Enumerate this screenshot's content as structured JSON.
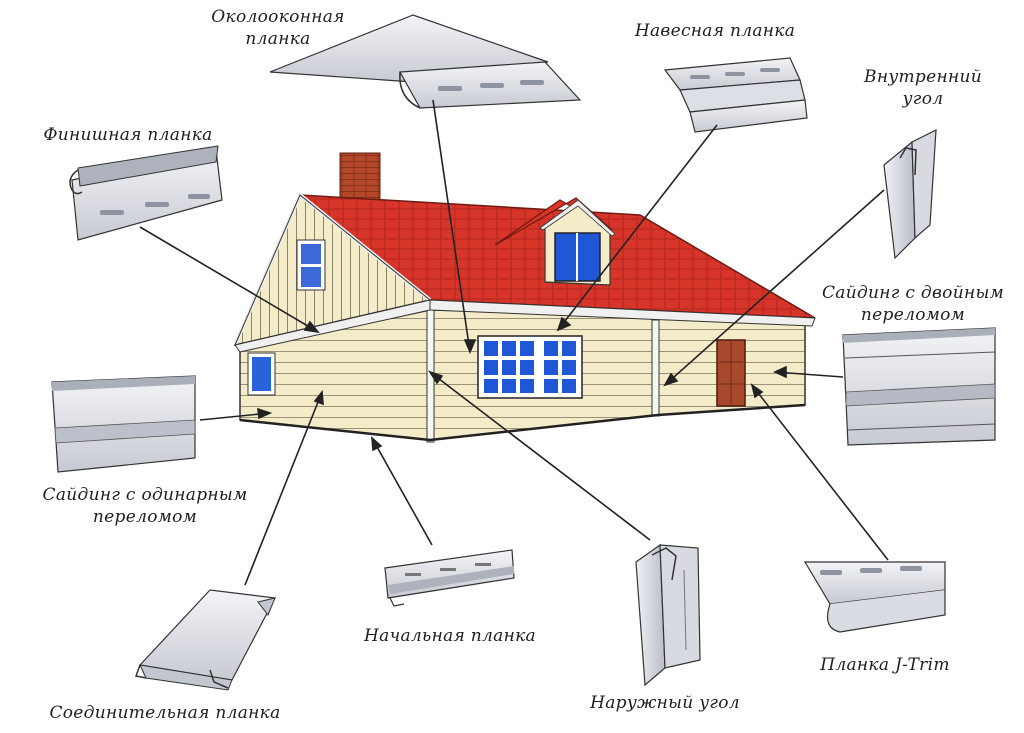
{
  "labels": {
    "window_trim": [
      "Околооконная",
      "планка"
    ],
    "hanging_strip": [
      "Навесная планка"
    ],
    "inner_corner": [
      "Внутренний",
      "угол"
    ],
    "finish_strip": [
      "Финишная планка"
    ],
    "double_siding": [
      "Сайдинг с двойным",
      "переломом"
    ],
    "single_siding": [
      "Сайдинг с одинарным",
      "переломом"
    ],
    "start_strip": [
      "Начальная планка"
    ],
    "outer_corner": [
      "Наружный угол"
    ],
    "j_trim": [
      "Планка J-Trim"
    ],
    "connector_strip": [
      "Соединительная планка"
    ]
  },
  "colors": {
    "roof": "#d8352a",
    "wall": "#f4ebc8",
    "window_glass": "#1f57d6",
    "chimney": "#b5482a",
    "door": "#a8492c",
    "profile": "#e3e5ea",
    "line": "#2a2a2a"
  }
}
